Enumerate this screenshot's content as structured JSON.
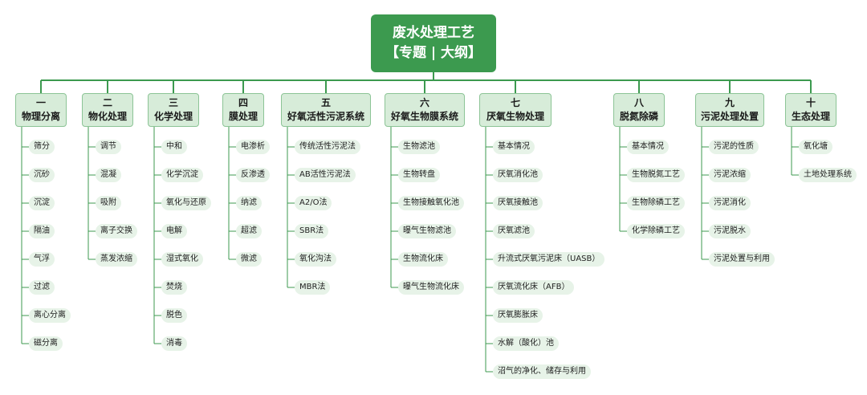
{
  "root": {
    "line1": "废水处理工艺",
    "line2": "【专题 | 大纲】"
  },
  "colors": {
    "root_bg": "#3c9a4f",
    "line": "#3c9a4f",
    "branch_bg": "#d7ecd9",
    "leaf_bg": "#e7f3e8"
  },
  "branches": [
    {
      "num": "一",
      "title": "物理分离",
      "items": [
        "筛分",
        "沉砂",
        "沉淀",
        "隔油",
        "气浮",
        "过滤",
        "离心分离",
        "磁分离"
      ]
    },
    {
      "num": "二",
      "title": "物化处理",
      "items": [
        "调节",
        "混凝",
        "吸附",
        "离子交换",
        "蒸发浓缩"
      ]
    },
    {
      "num": "三",
      "title": "化学处理",
      "items": [
        "中和",
        "化学沉淀",
        "氧化与还原",
        "电解",
        "湿式氧化",
        "焚烧",
        "脱色",
        "消毒"
      ]
    },
    {
      "num": "四",
      "title": "膜处理",
      "items": [
        "电渗析",
        "反渗透",
        "纳滤",
        "超滤",
        "微滤"
      ]
    },
    {
      "num": "五",
      "title": "好氧活性污泥系统",
      "items": [
        "传统活性污泥法",
        "AB活性污泥法",
        "A2/O法",
        "SBR法",
        "氧化沟法",
        "MBR法"
      ]
    },
    {
      "num": "六",
      "title": "好氧生物膜系统",
      "items": [
        "生物滤池",
        "生物转盘",
        "生物接触氧化池",
        "曝气生物滤池",
        "生物流化床",
        "曝气生物流化床"
      ]
    },
    {
      "num": "七",
      "title": "厌氧生物处理",
      "items": [
        "基本情况",
        "厌氧消化池",
        "厌氧接触池",
        "厌氧滤池",
        "升流式厌氧污泥床（UASB）",
        "厌氧流化床（AFB）",
        "厌氧膨胀床",
        "水解（酸化）池",
        "沼气的净化、储存与利用"
      ]
    },
    {
      "num": "八",
      "title": "脱氮除磷",
      "items": [
        "基本情况",
        "生物脱氮工艺",
        "生物除磷工艺",
        "化学除磷工艺"
      ]
    },
    {
      "num": "九",
      "title": "污泥处理处置",
      "items": [
        "污泥的性质",
        "污泥浓缩",
        "污泥消化",
        "污泥脱水",
        "污泥处置与利用"
      ]
    },
    {
      "num": "十",
      "title": "生态处理",
      "items": [
        "氧化塘",
        "土地处理系统"
      ]
    }
  ]
}
